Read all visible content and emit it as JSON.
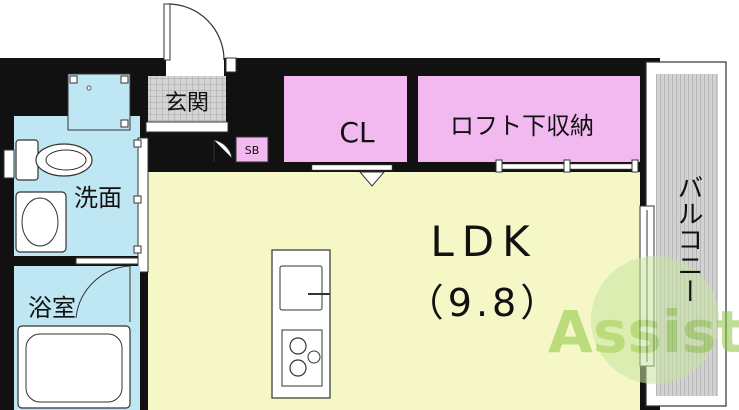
{
  "rooms": {
    "entrance": "玄関",
    "closet": "CL",
    "loft_storage": "ロフト下収納",
    "shoe_box": "SB",
    "washroom": "洗面",
    "bathroom": "浴室",
    "ldk": "LDK",
    "ldk_size": "（9.8）",
    "balcony": "バルコニー"
  },
  "watermark": "Assist",
  "colors": {
    "wall": "#111111",
    "ldk_floor": "#f6f7c7",
    "storage_floor": "#f2b8f0",
    "wet_area_floor": "#bfe7f3",
    "entrance_floor": "#cfcfcf",
    "balcony_floor": "#c9c9c9",
    "watermark_green": "#8cc63f"
  }
}
